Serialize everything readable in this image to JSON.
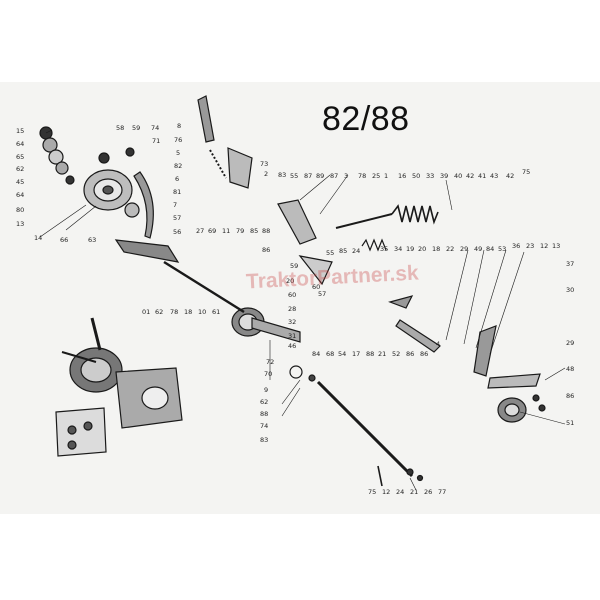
{
  "title": "82/88",
  "watermark": "TraktorPartner.sk",
  "callouts": [
    "15",
    "64",
    "65",
    "62",
    "45",
    "64",
    "80",
    "13",
    "14",
    "66",
    "63",
    "58",
    "59",
    "74",
    "71",
    "8",
    "76",
    "5",
    "82",
    "6",
    "81",
    "7",
    "57",
    "56",
    "73",
    "2",
    "83",
    "55",
    "87",
    "89",
    "87",
    "3",
    "78",
    "25",
    "1",
    "16",
    "50",
    "33",
    "39",
    "40",
    "42",
    "41",
    "43",
    "42",
    "75",
    "27",
    "69",
    "11",
    "79",
    "85",
    "88",
    "86",
    "59",
    "20",
    "60",
    "55",
    "57",
    "85",
    "24",
    "35",
    "34",
    "19",
    "20",
    "18",
    "22",
    "29",
    "49",
    "84",
    "53",
    "36",
    "23",
    "12",
    "13",
    "37",
    "60",
    "30",
    "28",
    "32",
    "31",
    "84",
    "68",
    "54",
    "17",
    "88",
    "21",
    "52",
    "86",
    "86",
    "72",
    "70",
    "9",
    "62",
    "88",
    "74",
    "83",
    "29",
    "48",
    "86",
    "51",
    "75",
    "12",
    "24",
    "21",
    "26",
    "77",
    "01",
    "62",
    "78",
    "18",
    "10",
    "61",
    "4",
    "46"
  ]
}
